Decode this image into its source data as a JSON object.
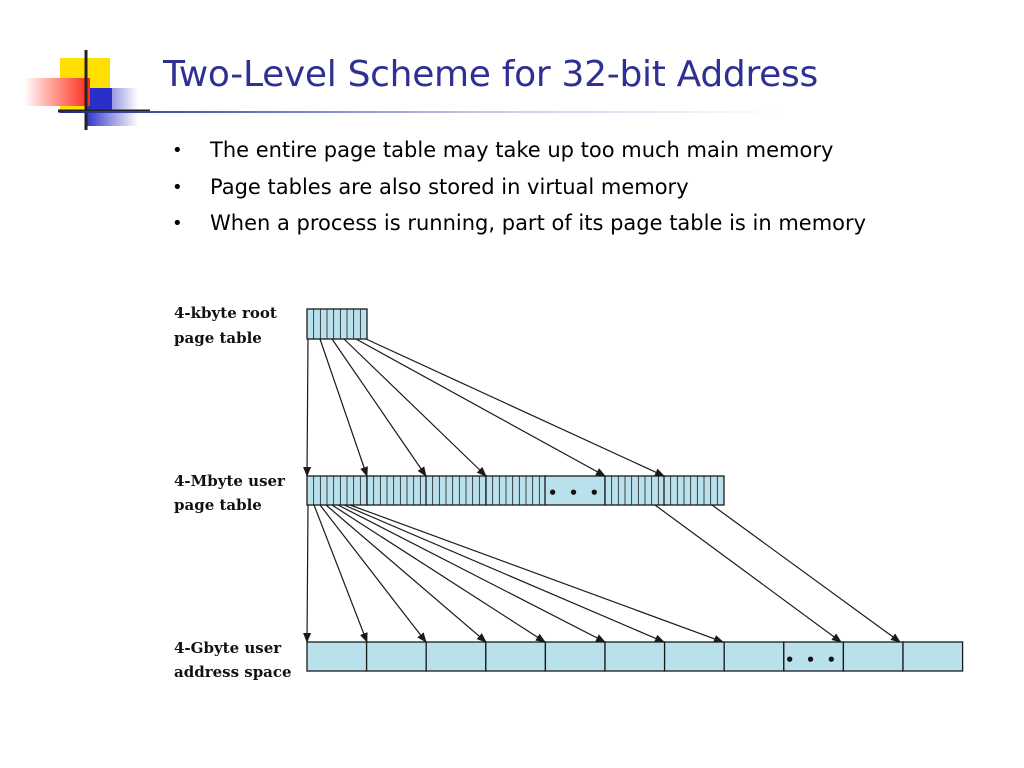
{
  "slide": {
    "title": "Two-Level Scheme for 32-bit Address",
    "bullets": [
      "The entire page table may take up too much main memory",
      "Page tables are also stored in virtual memory",
      "When a process is running, part of its page table is in memory"
    ]
  },
  "diagram": {
    "labels": {
      "root_line1": "4-kbyte root",
      "root_line2": "page table",
      "user_pt_line1": "4-Mbyte user",
      "user_pt_line2": "page table",
      "addr_line1": "4-Gbyte user",
      "addr_line2": "address space"
    },
    "ellipsis": "• • •",
    "colors": {
      "box_fill": "#b8e1ec",
      "stroke": "#1a1a1a",
      "title": "#2e3192"
    }
  }
}
